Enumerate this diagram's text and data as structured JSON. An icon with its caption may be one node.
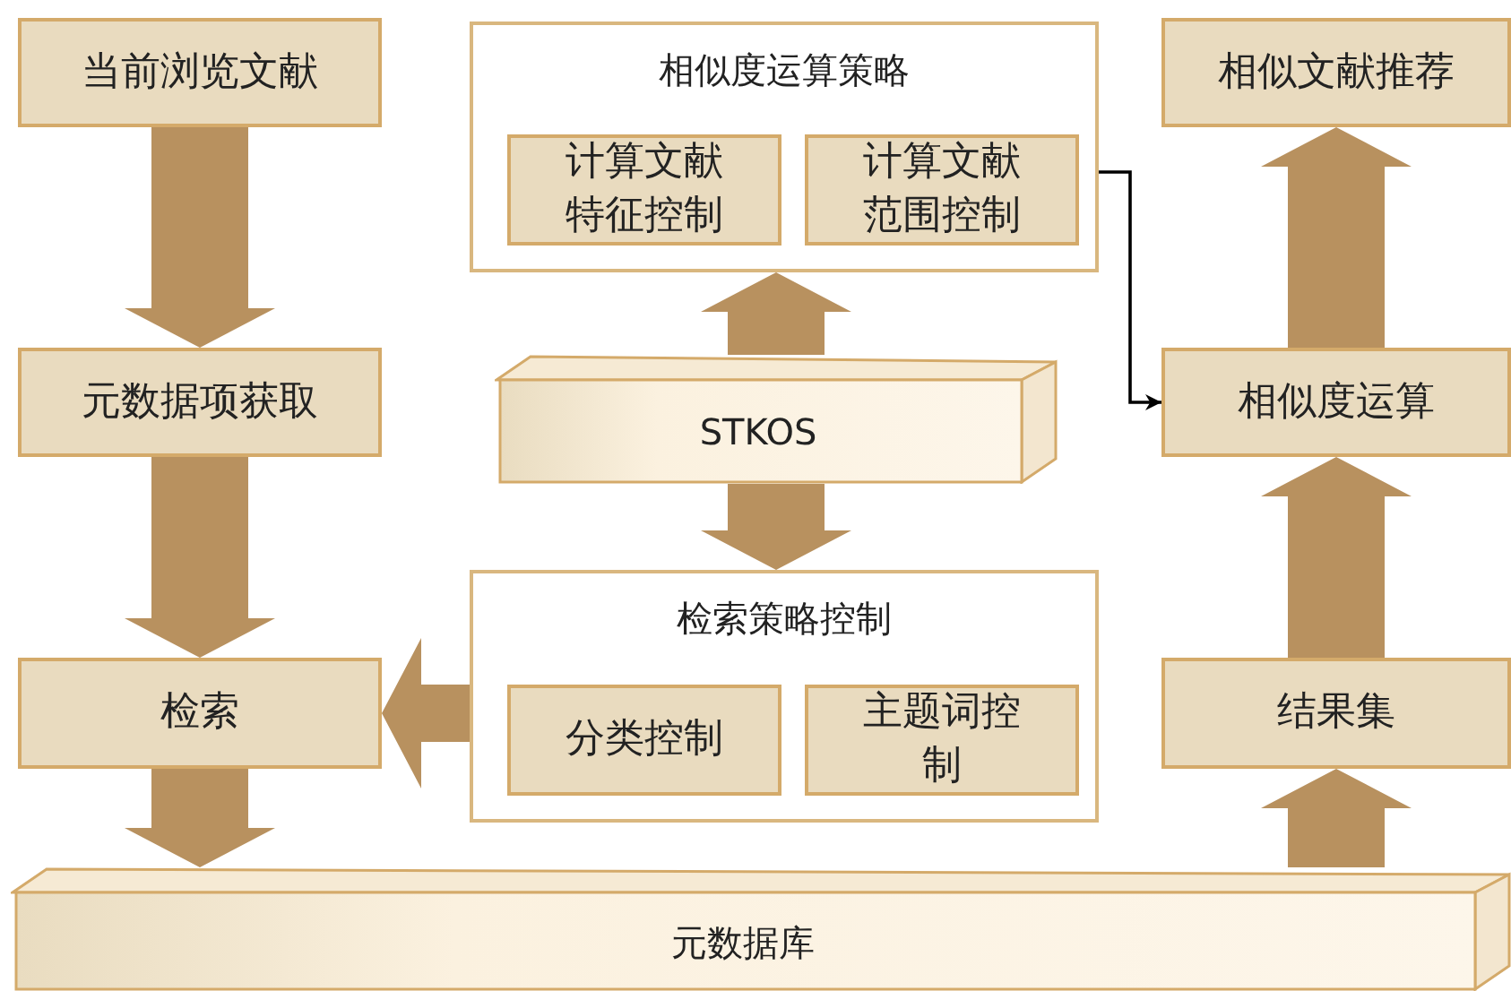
{
  "diagram": {
    "nodes": [
      {
        "text": [
          "当前浏览文献"
        ]
      },
      {
        "text": [
          "相似度运算策略"
        ]
      },
      {
        "text": [
          "计算文献特征控制"
        ],
        "in": 1
      },
      {
        "text": [
          "计算文献范围控制"
        ],
        "in": 1
      },
      {
        "text": [
          "相似文献推荐"
        ]
      },
      {
        "text": [
          "元数据项获取"
        ]
      },
      {
        "text": [
          "STKOS"
        ]
      },
      {
        "text": [
          "相似度运算"
        ]
      },
      {
        "text": [
          "检索策略控制"
        ]
      },
      {
        "text": [
          "分类控制"
        ],
        "in": 8
      },
      {
        "text": [
          "主题词控制"
        ],
        "in": 8
      },
      {
        "text": [
          "检索"
        ]
      },
      {
        "text": [
          "结果集"
        ]
      },
      {
        "text": [
          "元数据库"
        ]
      }
    ],
    "edges": [
      {
        "from": 0,
        "to": 5,
        "arrow": "to",
        "style": "thick"
      },
      {
        "from": 5,
        "to": 11,
        "arrow": "to",
        "style": "thick"
      },
      {
        "from": 11,
        "to": 13,
        "arrow": "to",
        "style": "thick"
      },
      {
        "from": 6,
        "to": 1,
        "arrow": "to",
        "style": "thick"
      },
      {
        "from": 6,
        "to": 8,
        "arrow": "to",
        "style": "thick"
      },
      {
        "from": 8,
        "to": 11,
        "arrow": "to",
        "style": "thick"
      },
      {
        "from": 1,
        "to": 7,
        "arrow": "to",
        "color": "#000000"
      },
      {
        "from": 7,
        "to": 4,
        "arrow": "to",
        "style": "thick"
      },
      {
        "from": 12,
        "to": 7,
        "arrow": "to",
        "style": "thick"
      },
      {
        "from": 13,
        "to": 12,
        "arrow": "to",
        "style": "thick"
      }
    ]
  }
}
